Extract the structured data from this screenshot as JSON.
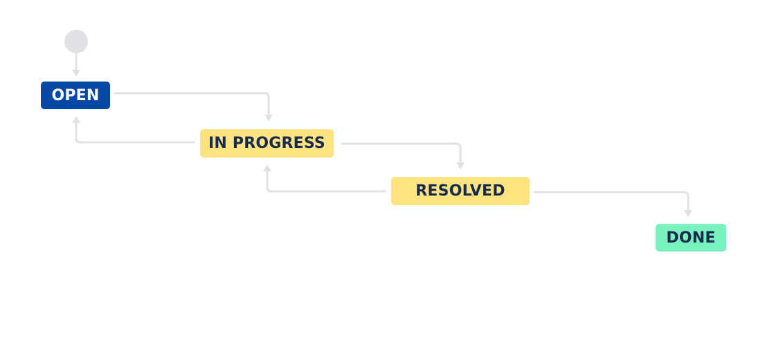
{
  "colors": {
    "connector": "#dfe1e6",
    "start_node": "#dfe1e6",
    "open_bg": "#0747a6",
    "open_text": "#ffffff",
    "in_progress_bg": "#ffe380",
    "in_progress_text": "#172b4d",
    "resolved_bg": "#ffe380",
    "resolved_text": "#172b4d",
    "done_bg": "#79f2c0",
    "done_text": "#172b4d"
  },
  "statuses": {
    "open": {
      "label": "OPEN"
    },
    "in_progress": {
      "label": "IN PROGRESS"
    },
    "resolved": {
      "label": "RESOLVED"
    },
    "done": {
      "label": "DONE"
    }
  },
  "transitions": [
    {
      "from": "start",
      "to": "open"
    },
    {
      "from": "open",
      "to": "in_progress"
    },
    {
      "from": "in_progress",
      "to": "open"
    },
    {
      "from": "in_progress",
      "to": "resolved"
    },
    {
      "from": "resolved",
      "to": "in_progress"
    },
    {
      "from": "resolved",
      "to": "done"
    }
  ]
}
